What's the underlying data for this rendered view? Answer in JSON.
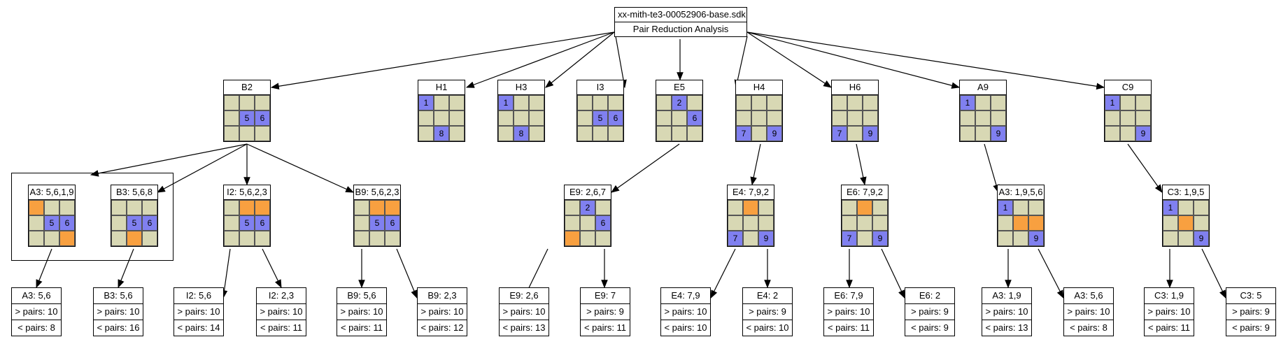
{
  "root": {
    "file": "xx-mith-te3-00052906-base.sdk",
    "subtitle": "Pair Reduction Analysis"
  },
  "colors": {
    "cell": "#d8d8b4",
    "highlight": "#8080f0",
    "orange": "#f8a040"
  },
  "grids": {
    "B2": {
      "title": "B2",
      "cells": [
        [
          "",
          "",
          ""
        ],
        [
          "",
          "5",
          "6"
        ],
        [
          "",
          "",
          ""
        ]
      ],
      "orange": []
    },
    "H1": {
      "title": "H1",
      "cells": [
        [
          "1",
          "",
          ""
        ],
        [
          "",
          "",
          ""
        ],
        [
          "",
          "8",
          ""
        ]
      ],
      "orange": []
    },
    "H3": {
      "title": "H3",
      "cells": [
        [
          "1",
          "",
          ""
        ],
        [
          "",
          "",
          ""
        ],
        [
          "",
          "8",
          ""
        ]
      ],
      "orange": []
    },
    "I3": {
      "title": "I3",
      "cells": [
        [
          "",
          "",
          ""
        ],
        [
          "",
          "5",
          "6"
        ],
        [
          "",
          "",
          ""
        ]
      ],
      "orange": []
    },
    "E5": {
      "title": "E5",
      "cells": [
        [
          "",
          "2",
          ""
        ],
        [
          "",
          "",
          "6"
        ],
        [
          "",
          "",
          ""
        ]
      ],
      "orange": []
    },
    "H4": {
      "title": "H4",
      "cells": [
        [
          "",
          "",
          ""
        ],
        [
          "",
          "",
          ""
        ],
        [
          "7",
          "",
          "9"
        ]
      ],
      "orange": []
    },
    "H6": {
      "title": "H6",
      "cells": [
        [
          "",
          "",
          ""
        ],
        [
          "",
          "",
          ""
        ],
        [
          "7",
          "",
          "9"
        ]
      ],
      "orange": []
    },
    "A9": {
      "title": "A9",
      "cells": [
        [
          "1",
          "",
          ""
        ],
        [
          "",
          "",
          ""
        ],
        [
          "",
          "",
          "9"
        ]
      ],
      "orange": []
    },
    "C9": {
      "title": "C9",
      "cells": [
        [
          "1",
          "",
          ""
        ],
        [
          "",
          "",
          ""
        ],
        [
          "",
          "",
          "9"
        ]
      ],
      "orange": []
    },
    "A3a": {
      "title": "A3: 5,6,1,9",
      "cells": [
        [
          "",
          "",
          ""
        ],
        [
          "",
          "5",
          "6"
        ],
        [
          "",
          "",
          ""
        ]
      ],
      "orange": [
        [
          0,
          0
        ],
        [
          2,
          2
        ]
      ]
    },
    "B3a": {
      "title": "B3: 5,6,8",
      "cells": [
        [
          "",
          "",
          ""
        ],
        [
          "",
          "5",
          "6"
        ],
        [
          "",
          "",
          ""
        ]
      ],
      "orange": [
        [
          2,
          1
        ]
      ]
    },
    "I2a": {
      "title": "I2: 5,6,2,3",
      "cells": [
        [
          "",
          "",
          ""
        ],
        [
          "",
          "5",
          "6"
        ],
        [
          "",
          "",
          ""
        ]
      ],
      "orange": [
        [
          0,
          1
        ],
        [
          0,
          2
        ]
      ]
    },
    "B9a": {
      "title": "B9: 5,6,2,3",
      "cells": [
        [
          "",
          "",
          ""
        ],
        [
          "",
          "5",
          "6"
        ],
        [
          "",
          "",
          ""
        ]
      ],
      "orange": [
        [
          0,
          1
        ],
        [
          0,
          2
        ]
      ]
    },
    "E9a": {
      "title": "E9: 2,6,7",
      "cells": [
        [
          "",
          "2",
          ""
        ],
        [
          "",
          "",
          "6"
        ],
        [
          "",
          "",
          ""
        ]
      ],
      "orange": [
        [
          2,
          0
        ]
      ]
    },
    "E4a": {
      "title": "E4: 7,9,2",
      "cells": [
        [
          "",
          "",
          ""
        ],
        [
          "",
          "",
          ""
        ],
        [
          "7",
          "",
          "9"
        ]
      ],
      "orange": [
        [
          0,
          1
        ]
      ]
    },
    "E6a": {
      "title": "E6: 7,9,2",
      "cells": [
        [
          "",
          "",
          ""
        ],
        [
          "",
          "",
          ""
        ],
        [
          "7",
          "",
          "9"
        ]
      ],
      "orange": [
        [
          0,
          1
        ]
      ]
    },
    "A3b": {
      "title": "A3: 1,9,5,6",
      "cells": [
        [
          "1",
          "",
          ""
        ],
        [
          "",
          "",
          ""
        ],
        [
          "",
          "",
          "9"
        ]
      ],
      "orange": [
        [
          1,
          1
        ],
        [
          1,
          2
        ]
      ]
    },
    "C3a": {
      "title": "C3: 1,9,5",
      "cells": [
        [
          "1",
          "",
          ""
        ],
        [
          "",
          "",
          ""
        ],
        [
          "",
          "",
          "9"
        ]
      ],
      "orange": [
        [
          1,
          1
        ]
      ]
    }
  },
  "leaves": {
    "L1": {
      "title": "A3: 5,6",
      "gt": "> pairs: 10",
      "lt": "< pairs: 8"
    },
    "L2": {
      "title": "B3: 5,6",
      "gt": "> pairs: 10",
      "lt": "< pairs: 16"
    },
    "L3": {
      "title": "I2: 5,6",
      "gt": "> pairs: 10",
      "lt": "< pairs: 14"
    },
    "L4": {
      "title": "I2: 2,3",
      "gt": "> pairs: 10",
      "lt": "< pairs: 11"
    },
    "L5": {
      "title": "B9: 5,6",
      "gt": "> pairs: 10",
      "lt": "< pairs: 11"
    },
    "L6": {
      "title": "B9: 2,3",
      "gt": "> pairs: 10",
      "lt": "< pairs: 12"
    },
    "L7": {
      "title": "E9: 2,6",
      "gt": "> pairs: 10",
      "lt": "< pairs: 13"
    },
    "L8": {
      "title": "E9: 7",
      "gt": "> pairs: 9",
      "lt": "< pairs: 11"
    },
    "L9": {
      "title": "E4: 7,9",
      "gt": "> pairs: 10",
      "lt": "< pairs: 10"
    },
    "L10": {
      "title": "E4: 2",
      "gt": "> pairs: 9",
      "lt": "< pairs: 10"
    },
    "L11": {
      "title": "E6: 7,9",
      "gt": "> pairs: 10",
      "lt": "< pairs: 11"
    },
    "L12": {
      "title": "E6: 2",
      "gt": "> pairs: 9",
      "lt": "< pairs: 9"
    },
    "L13": {
      "title": "A3: 1,9",
      "gt": "> pairs: 10",
      "lt": "< pairs: 13"
    },
    "L14": {
      "title": "A3: 5,6",
      "gt": "> pairs: 10",
      "lt": "< pairs: 8"
    },
    "L15": {
      "title": "C3: 1,9",
      "gt": "> pairs: 10",
      "lt": "< pairs: 11"
    },
    "L16": {
      "title": "C3: 5",
      "gt": "> pairs: 9",
      "lt": "< pairs: 9"
    }
  }
}
